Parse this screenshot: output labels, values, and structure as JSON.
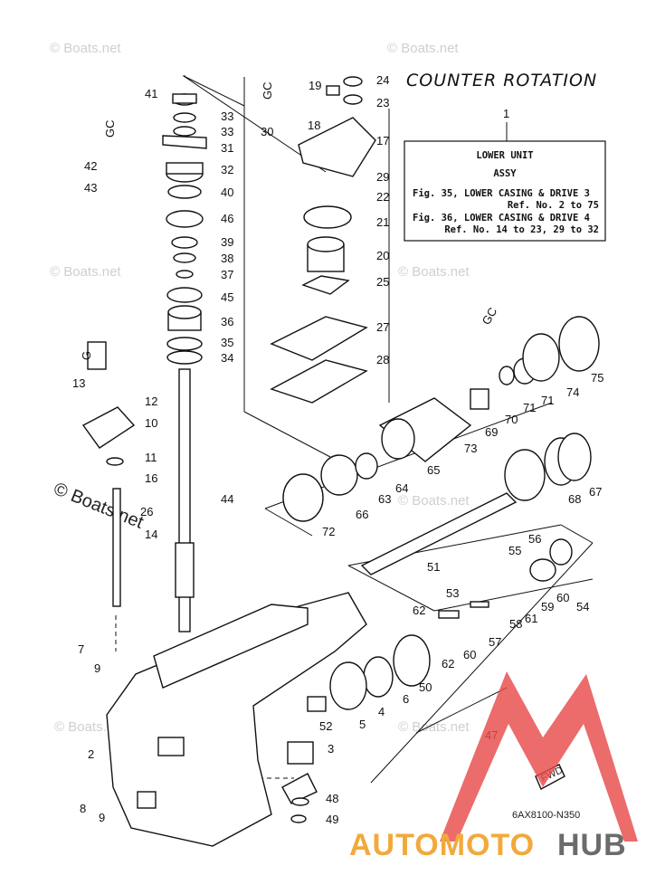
{
  "title": "COUNTER ROTATION",
  "info_box": {
    "ref_number": "1",
    "lines": [
      "LOWER UNIT",
      "ASSY",
      "Fig. 35, LOWER CASING & DRIVE 3",
      "Ref. No. 2 to 75",
      "Fig. 36, LOWER CASING & DRIVE 4",
      "Ref. No. 14 to 23, 29 to 32"
    ]
  },
  "diagram_code": "6AX8100-N350",
  "watermark": "© Boats.net",
  "brand": {
    "part1": "AUTOMOTO",
    "part2": "HUB"
  },
  "fwd_label": "FWD",
  "lubricant_labels": [
    "GC",
    "GC",
    "GC",
    "G"
  ],
  "part_numbers": [
    "41",
    "33",
    "33",
    "31",
    "32",
    "40",
    "46",
    "39",
    "38",
    "37",
    "45",
    "36",
    "35",
    "34",
    "42",
    "43",
    "13",
    "12",
    "10",
    "11",
    "16",
    "26",
    "44",
    "14",
    "7",
    "9",
    "8",
    "9",
    "2",
    "19",
    "24",
    "23",
    "30",
    "18",
    "17",
    "29",
    "22",
    "21",
    "20",
    "25",
    "27",
    "28",
    "73",
    "69",
    "70",
    "71",
    "71",
    "74",
    "75",
    "65",
    "64",
    "63",
    "66",
    "72",
    "68",
    "67",
    "51",
    "56",
    "55",
    "54",
    "53",
    "62",
    "60",
    "59",
    "61",
    "58",
    "57",
    "60",
    "62",
    "50",
    "6",
    "4",
    "5",
    "52",
    "3",
    "47",
    "48",
    "49"
  ]
}
